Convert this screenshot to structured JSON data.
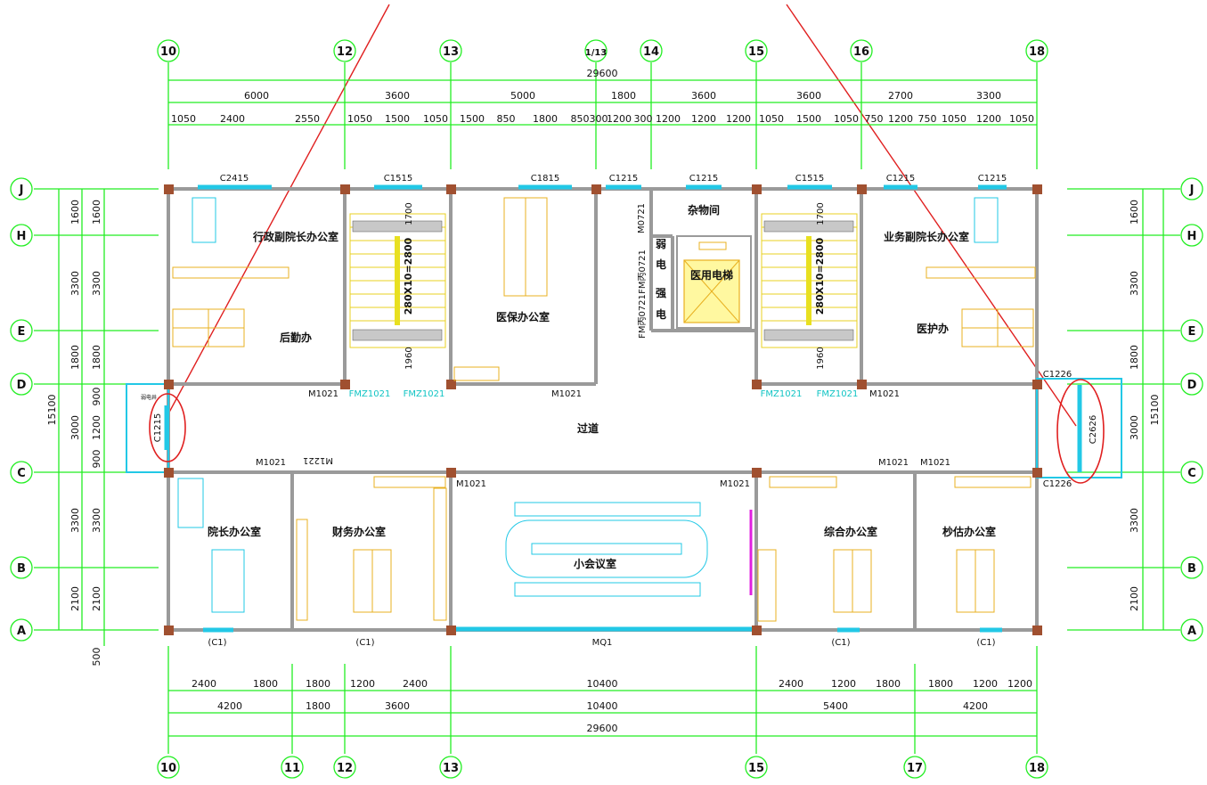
{
  "axes": {
    "top": [
      "10",
      "12",
      "13",
      "1/13",
      "14",
      "15",
      "16",
      "18"
    ],
    "bottom": [
      "10",
      "11",
      "12",
      "13",
      "15",
      "17",
      "18"
    ],
    "rows": [
      "J",
      "H",
      "E",
      "D",
      "C",
      "B",
      "A"
    ]
  },
  "dimensions": {
    "top_total": "29600",
    "top_row1": [
      "6000",
      "3600",
      "5000",
      "1800",
      "3600",
      "3600",
      "2700",
      "3300"
    ],
    "top_row2": [
      "1050",
      "2400",
      "2550",
      "1050",
      "1500",
      "1050",
      "1500",
      "850",
      "1800",
      "850",
      "300",
      "1200",
      "300",
      "1200",
      "1200",
      "1200",
      "1050",
      "1500",
      "1050",
      "750",
      "1200",
      "750",
      "1050",
      "1200",
      "1050"
    ],
    "bottom_row1": [
      "2400",
      "1800",
      "1800",
      "1200",
      "2400",
      "10400",
      "2400",
      "1200",
      "1800",
      "1800",
      "1200",
      "1200"
    ],
    "bottom_row2": [
      "4200",
      "1800",
      "3600",
      "10400",
      "5400",
      "4200"
    ],
    "bottom_total": "29600",
    "left_outer": [
      "1600",
      "3300",
      "1800",
      "900",
      "1200",
      "900",
      "3300",
      "2100"
    ],
    "left_inner": [
      "1600",
      "3300",
      "1800",
      "3000",
      "3300",
      "2100"
    ],
    "left_total": "15100",
    "left_bottom": "500",
    "right_outer": [
      "1600",
      "3300",
      "1800",
      "3000",
      "3300",
      "2100"
    ],
    "right_total": "15100"
  },
  "rooms": {
    "r1": "行政副院长办公室",
    "r2": "后勤办",
    "r3": "医保办公室",
    "r4": "杂物间",
    "r5": "医用电梯",
    "r6": "业务副院长办公室",
    "r7": "医护办",
    "r8": "过道",
    "r9": "院长办公室",
    "r10": "财务办公室",
    "r11": "小会议室",
    "r12": "综合办公室",
    "r13": "杪估办公室",
    "weak": "弱",
    "elec1": "电",
    "strong": "强",
    "elec2": "电"
  },
  "stairs": {
    "left": "280X10=2800",
    "right": "280X10=2800",
    "h1": "1700",
    "h2": "1960",
    "h3": "1700",
    "h4": "1960"
  },
  "labels": {
    "c2415": "C2415",
    "c1515a": "C1515",
    "c1815": "C1815",
    "c1215a": "C1215",
    "c1215b": "C1215",
    "c1515b": "C1515",
    "c1215c": "C1215",
    "c1215d": "C1215",
    "m0721": "M0721",
    "fm1": "FM丙0721",
    "fm2": "FM丙0721",
    "m1021a": "M1021",
    "fmz1": "FMZ1021",
    "fmz2": "FMZ1021",
    "m1021b": "M1021",
    "fmz3": "FMZ1021",
    "fmz4": "FMZ1021",
    "m1021c": "M1021",
    "c1226a": "C1226",
    "c1226b": "C1226",
    "c2626": "C2626",
    "c1215e": "C1215",
    "m1021d": "M1021",
    "m1221": "M1221",
    "m1021e": "M1021",
    "m1021f": "M1021",
    "m1021g": "M1021",
    "m1021h": "M1021",
    "c1a": "(C1)",
    "c1b": "(C1)",
    "c1c": "(C1)",
    "c1d": "(C1)",
    "mq1": "MQ1",
    "shaft": "弱电井"
  },
  "colors": {
    "wall": "#9a9a9a",
    "grid": "#22ee22",
    "window": "#22c8e6",
    "furniture": "#e8b020",
    "red": "#e02020",
    "column": "#a05030",
    "door": "#11c4c4"
  }
}
